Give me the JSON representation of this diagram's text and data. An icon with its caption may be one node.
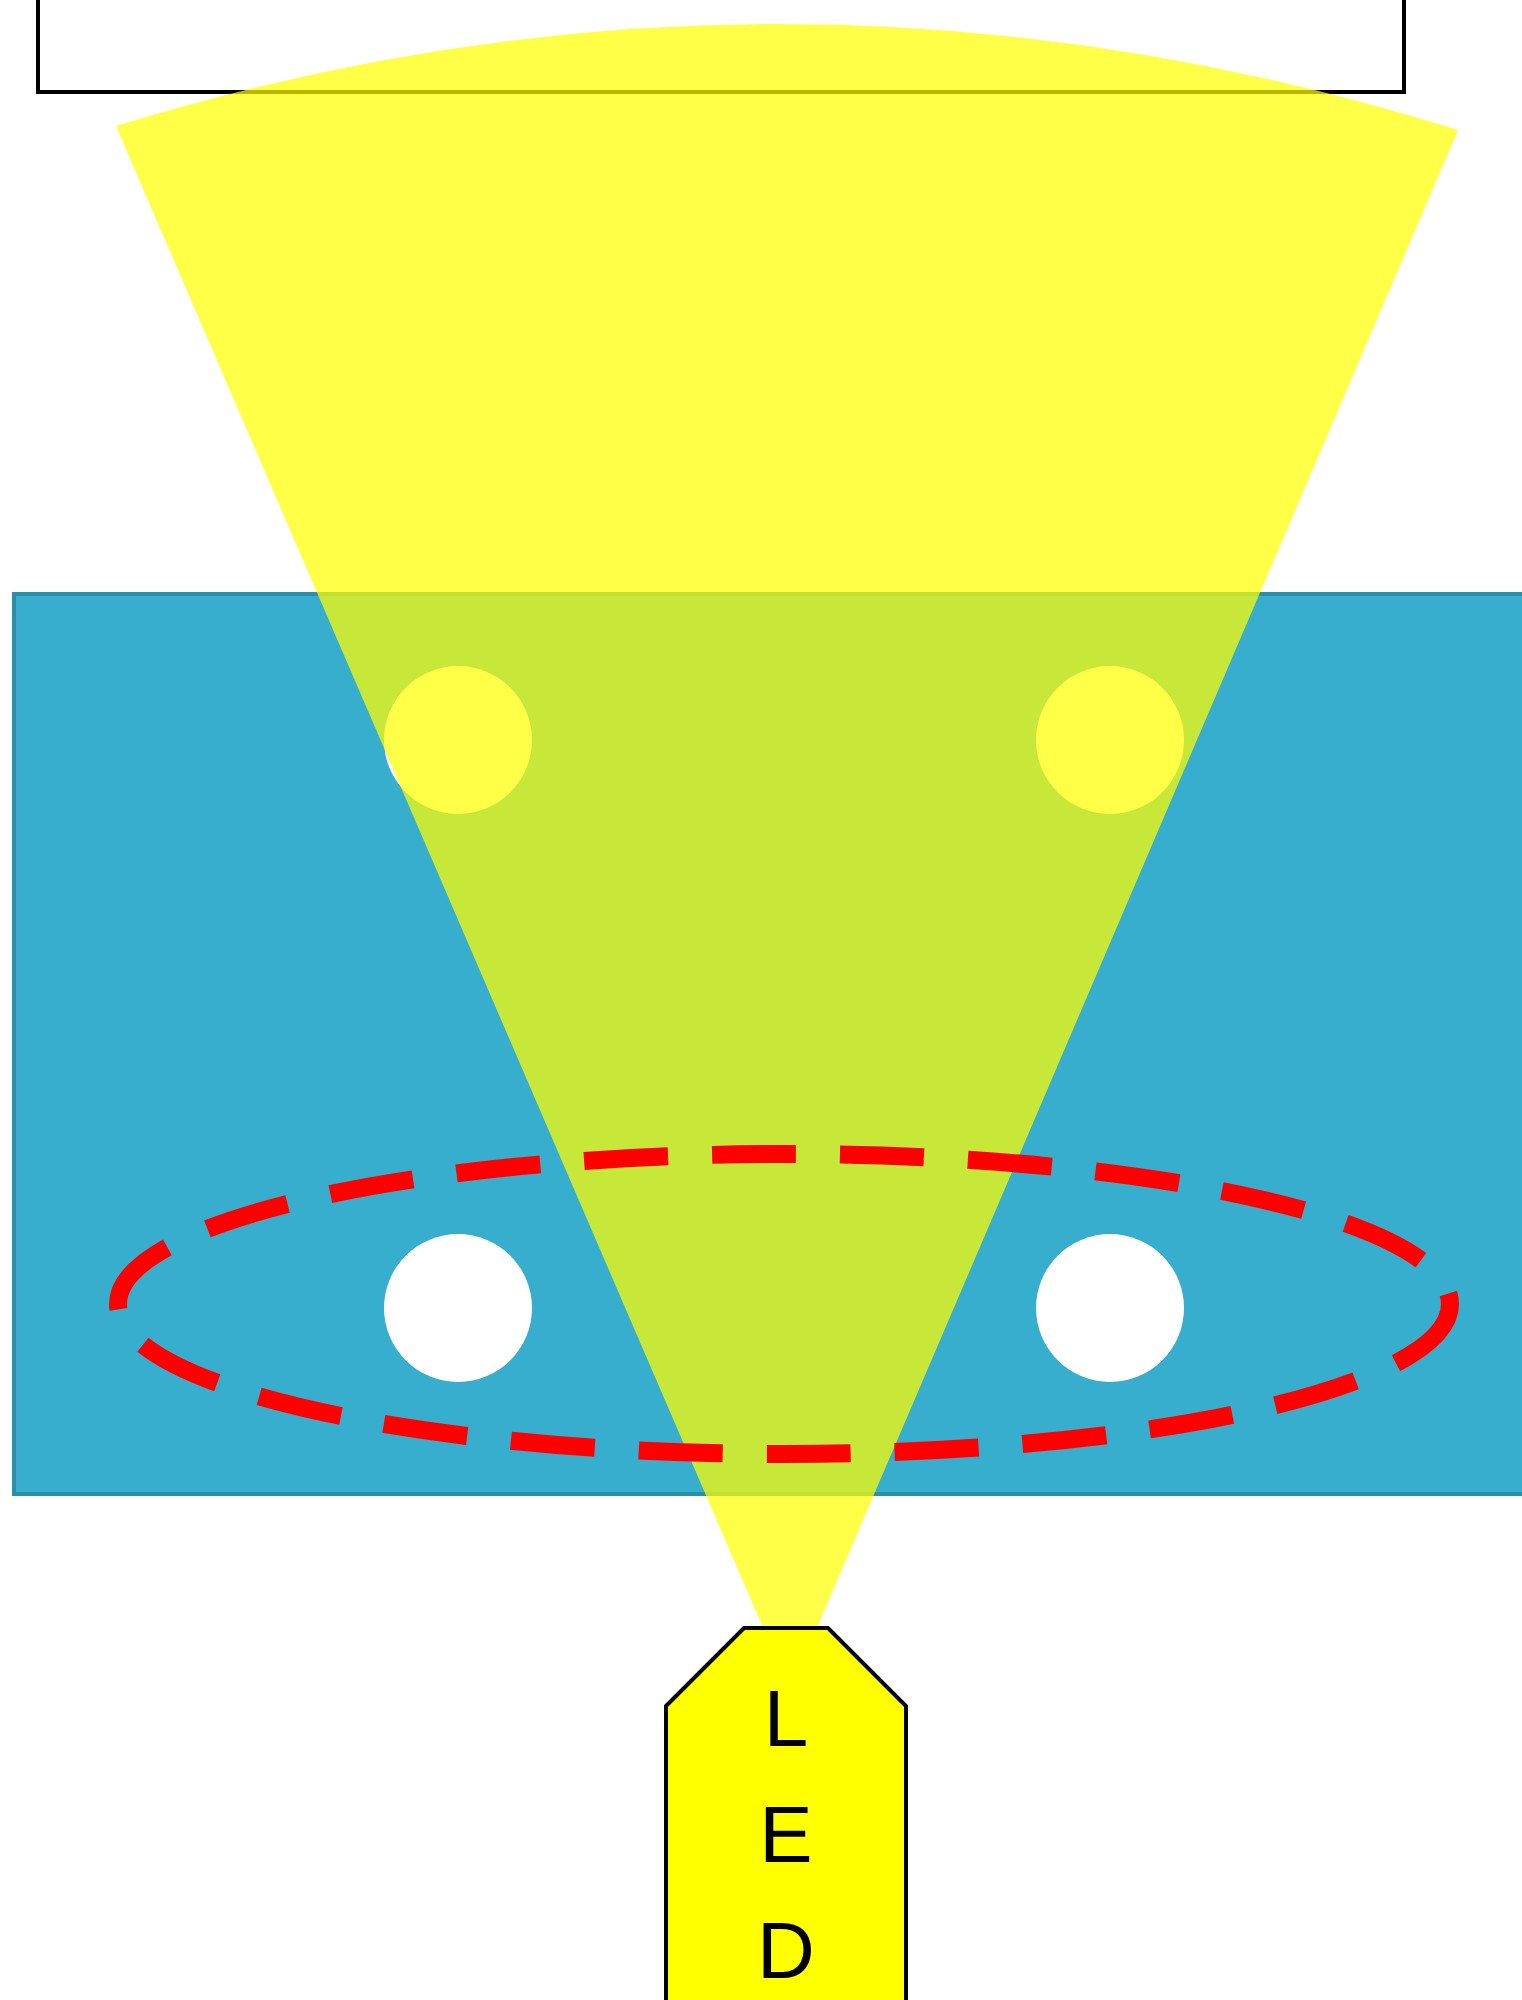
{
  "diagram": {
    "nodes": [
      {
        "text": [],
        "shape": "box"
      },
      {
        "text": [],
        "shape": "box"
      },
      {
        "text": [
          "LED"
        ]
      },
      {
        "text": [],
        "shape": "circle",
        "in": 1
      },
      {
        "text": [],
        "shape": "circle",
        "in": 1
      },
      {
        "text": [],
        "shape": "circle",
        "in": 1
      },
      {
        "text": [],
        "shape": "circle",
        "in": 1
      }
    ]
  }
}
